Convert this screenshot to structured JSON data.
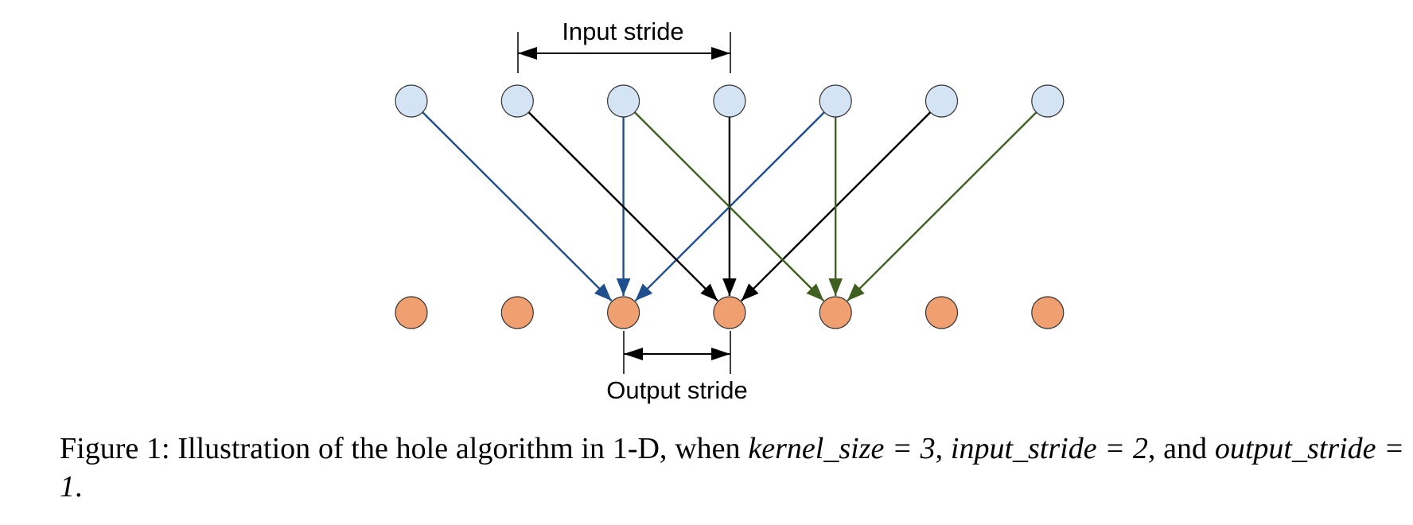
{
  "diagram": {
    "input_stride_label": "Input stride",
    "output_stride_label": "Output stride",
    "input_node_count": 7,
    "output_node_count": 7,
    "colors": {
      "input_node": "#d4e4f4",
      "output_node": "#f0a070",
      "node_stroke": "#333333",
      "blue_group": "#1f4e8c",
      "black_group": "#000000",
      "green_group": "#3f6020"
    },
    "connections": [
      {
        "from": 0,
        "to": 2,
        "color": "blue_group"
      },
      {
        "from": 2,
        "to": 2,
        "color": "blue_group"
      },
      {
        "from": 4,
        "to": 2,
        "color": "blue_group"
      },
      {
        "from": 1,
        "to": 3,
        "color": "black_group"
      },
      {
        "from": 3,
        "to": 3,
        "color": "black_group"
      },
      {
        "from": 5,
        "to": 3,
        "color": "black_group"
      },
      {
        "from": 2,
        "to": 4,
        "color": "green_group"
      },
      {
        "from": 4,
        "to": 4,
        "color": "green_group"
      },
      {
        "from": 6,
        "to": 4,
        "color": "green_group"
      }
    ]
  },
  "caption": {
    "prefix": "Figure 1: Illustration of the hole algorithm in 1-D, when ",
    "kernel": "kernel_size = 3",
    "sep1": ", ",
    "input_stride": "input_stride = 2",
    "sep2": ", and ",
    "output_stride": "output_stride = 1",
    "suffix": "."
  }
}
